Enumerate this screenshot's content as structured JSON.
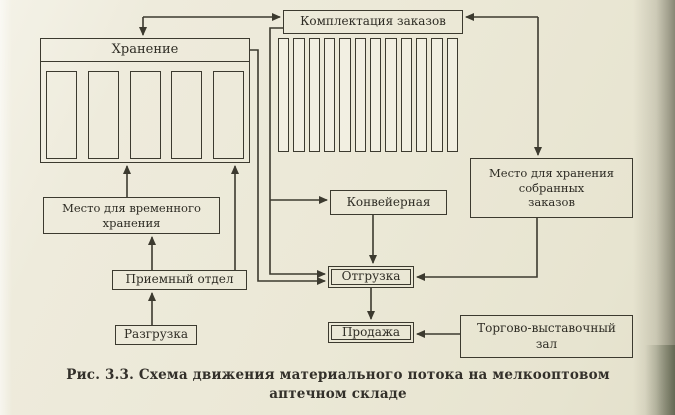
{
  "figure": {
    "caption_line1": "Рис. 3.3. Схема движения материального потока на мелкооптовом",
    "caption_line2": "аптечном складе"
  },
  "nodes": {
    "storage": {
      "label": "Хранение"
    },
    "order_picking": {
      "label": "Комплектация заказов"
    },
    "assembled_orders": {
      "lines": [
        "Место для хранения",
        "собранных",
        "заказов"
      ]
    },
    "conveyor": {
      "label": "Конвейерная"
    },
    "shipping": {
      "label": "Отгрузка"
    },
    "sale": {
      "label": "Продажа"
    },
    "showroom": {
      "lines": [
        "Торгово-выставочный",
        "зал"
      ]
    },
    "temp_storage": {
      "lines": [
        "Место для временного",
        "хранения"
      ]
    },
    "receiving": {
      "label": "Приемный отдел"
    },
    "unloading": {
      "label": "Разгрузка"
    }
  },
  "decor": {
    "storage_slot_count": 5,
    "rack_bar_count": 12
  },
  "colors": {
    "paper": "#ebe8d6",
    "line": "#3c3a2f",
    "text": "#2e2c24",
    "edge_shadow": "#6c6a57"
  }
}
